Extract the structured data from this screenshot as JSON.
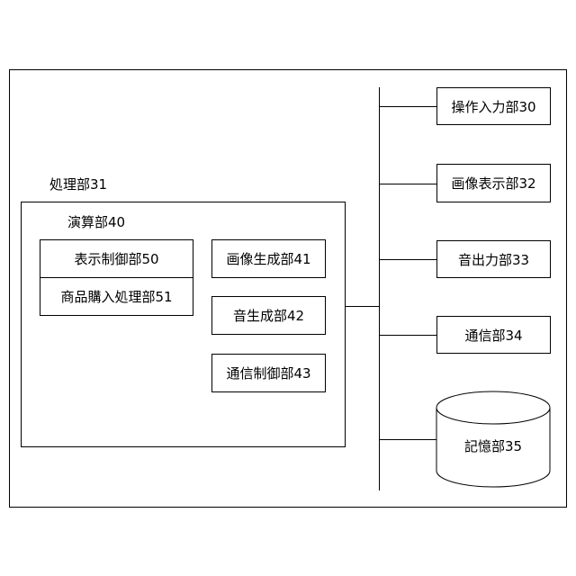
{
  "processing_unit": {
    "label": "処理部31",
    "arithmetic_unit": {
      "label": "演算部40",
      "left_modules": [
        "表示制御部50",
        "商品購入処理部51"
      ],
      "right_modules": [
        "画像生成部41",
        "音生成部42",
        "通信制御部43"
      ]
    }
  },
  "peripherals": [
    "操作入力部30",
    "画像表示部32",
    "音出力部33",
    "通信部34"
  ],
  "storage": {
    "label": "記憶部35",
    "shape": "cylinder"
  }
}
